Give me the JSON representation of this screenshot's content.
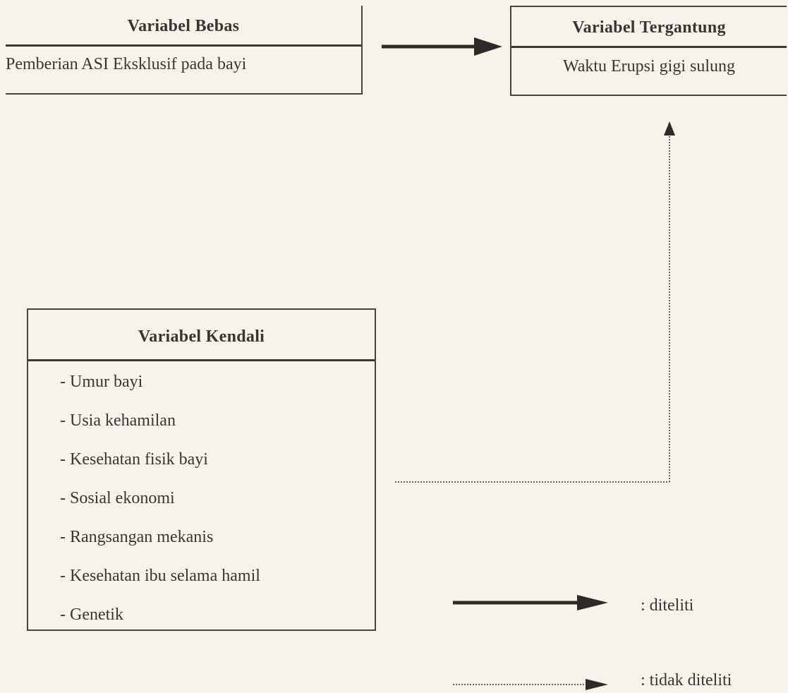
{
  "independent": {
    "title": "Variabel Bebas",
    "item": "Pemberian ASI Eksklusif pada bayi"
  },
  "dependent": {
    "title": "Variabel Tergantung",
    "item": "Waktu Erupsi gigi sulung"
  },
  "control": {
    "title": "Variabel Kendali",
    "items": [
      "- Umur bayi",
      "- Usia kehamilan",
      "- Kesehatan fisik bayi",
      "- Sosial ekonomi",
      "- Rangsangan mekanis",
      "- Kesehatan ibu selama hamil",
      "- Genetik"
    ]
  },
  "legend": {
    "solid_label": ": diteliti",
    "dotted_label": ": tidak diteliti"
  },
  "colors": {
    "background": "#f7f2ea",
    "ink": "#3a3533"
  }
}
